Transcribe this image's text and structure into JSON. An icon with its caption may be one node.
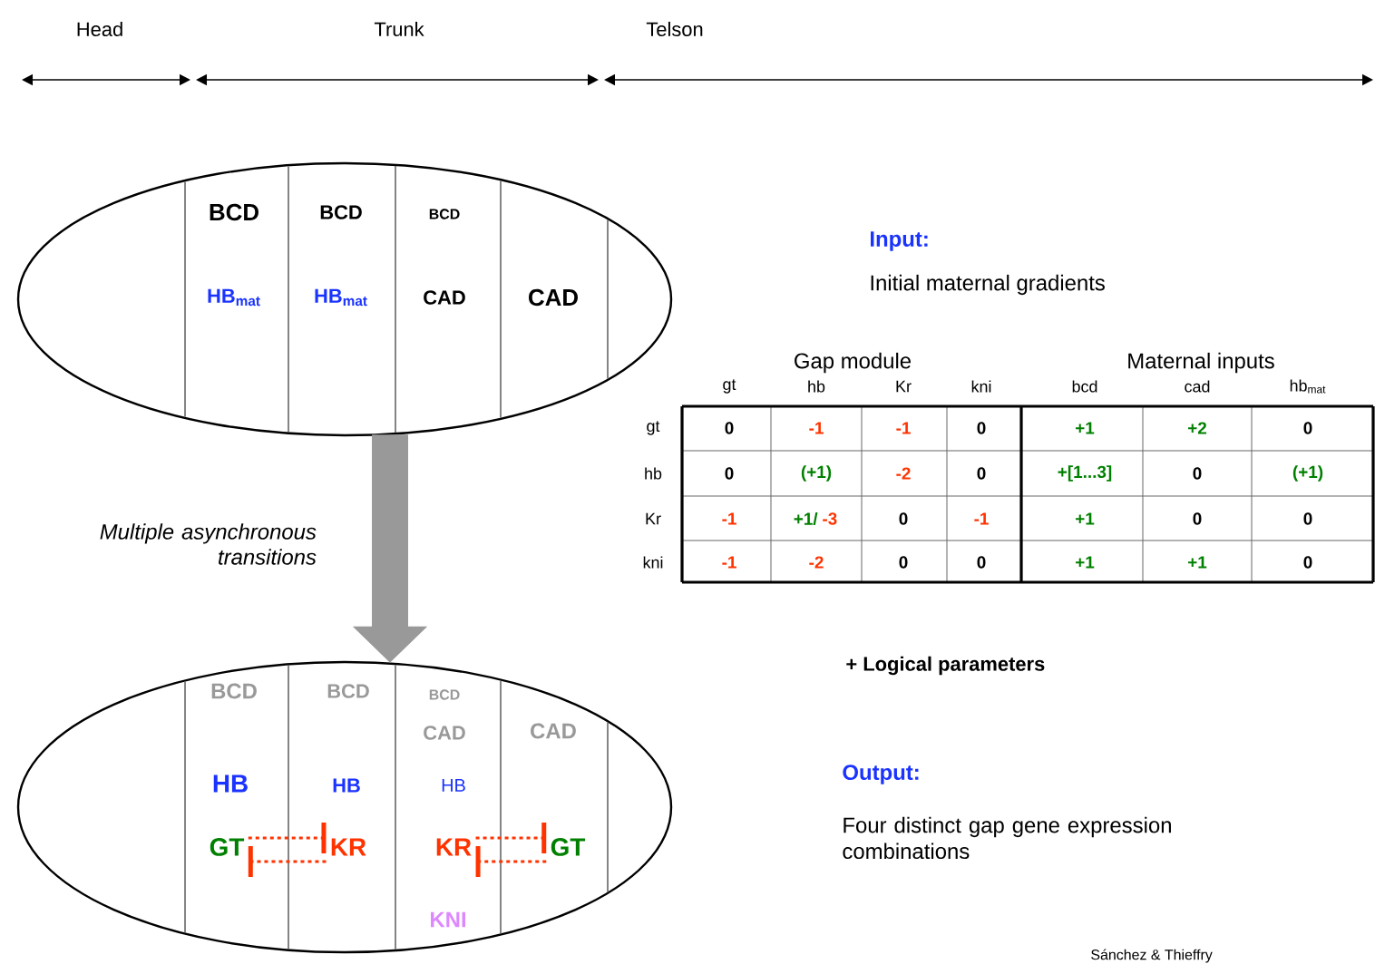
{
  "diagram": {
    "nodes": [
      {
        "text": [],
        "shape": "ellipse"
      },
      {
        "text": [],
        "shape": "ellipse"
      },
      {
        "text": [
          "GT"
        ],
        "in": 1
      },
      {
        "text": [
          "KR"
        ],
        "in": 1
      },
      {
        "text": [
          "KR"
        ],
        "in": 1
      },
      {
        "text": [
          "GT"
        ],
        "in": 1
      }
    ],
    "edges": [
      {
        "from": 0,
        "to": 1,
        "arrow": "to",
        "label": "Multiple asynchronous transitions",
        "style": "thick",
        "color": "#999999"
      },
      {
        "from": 2,
        "to": 3,
        "arrow": "other",
        "style": "dashed",
        "color": "#ff3300"
      },
      {
        "from": 3,
        "to": 2,
        "arrow": "other",
        "style": "dashed",
        "color": "#ff3300"
      },
      {
        "from": 4,
        "to": 5,
        "arrow": "other",
        "style": "dashed",
        "color": "#ff3300"
      },
      {
        "from": 5,
        "to": 4,
        "arrow": "other",
        "style": "dashed",
        "color": "#ff3300"
      }
    ],
    "labels": [
      "Head",
      "Trunk",
      "Telson",
      "BCD",
      "BCD",
      "BCD",
      "HB$_{mat}$",
      "HB$_{mat}$",
      "CAD",
      "CAD",
      "Input:",
      "Initial maternal gradients",
      "Gap module",
      "Maternal inputs",
      "gt",
      "hb",
      "Kr",
      "kni",
      "bcd",
      "cad",
      "hb$_{mat}$",
      "gt",
      "0",
      "-1",
      "-1",
      "0",
      "+1",
      "+2",
      "0",
      "hb",
      "0",
      "(+1)",
      "-2",
      "0",
      "+[1...3]",
      "0",
      "(+1)",
      "Kr",
      "-1",
      "+1/",
      "-3",
      "0",
      "-1",
      "+1",
      "0",
      "0",
      "kni",
      "-1",
      "-2",
      "0",
      "0",
      "+1",
      "+1",
      "0",
      "+ Logical parameters",
      "BCD",
      "BCD",
      "BCD",
      "CAD",
      "CAD",
      "HB",
      "HB",
      "HB",
      "KNI",
      "Output:",
      "Four distinct gap gene expression combinations",
      "Sánchez & Thieffry"
    ]
  }
}
